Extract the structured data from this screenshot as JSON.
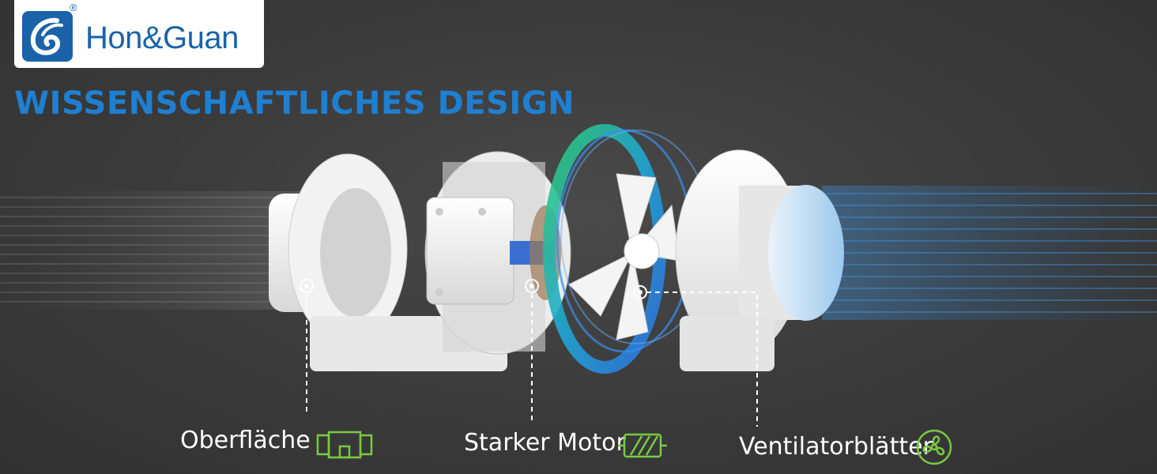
{
  "brand": {
    "name": "Hon&Guan",
    "registered": "®"
  },
  "headline": "WISSENSCHAFTLICHES DESIGN",
  "features": [
    {
      "label": "Oberfläche",
      "icon": "duct-outline-icon"
    },
    {
      "label": "Starker Motor",
      "icon": "motor-icon"
    },
    {
      "label": "Ventilatorblätter",
      "icon": "fan-blade-icon"
    }
  ],
  "colors": {
    "brand_blue": "#1a63a8",
    "headline_blue": "#1f7fd0",
    "icon_green": "#7ac943",
    "background": "#3a3a3a"
  }
}
